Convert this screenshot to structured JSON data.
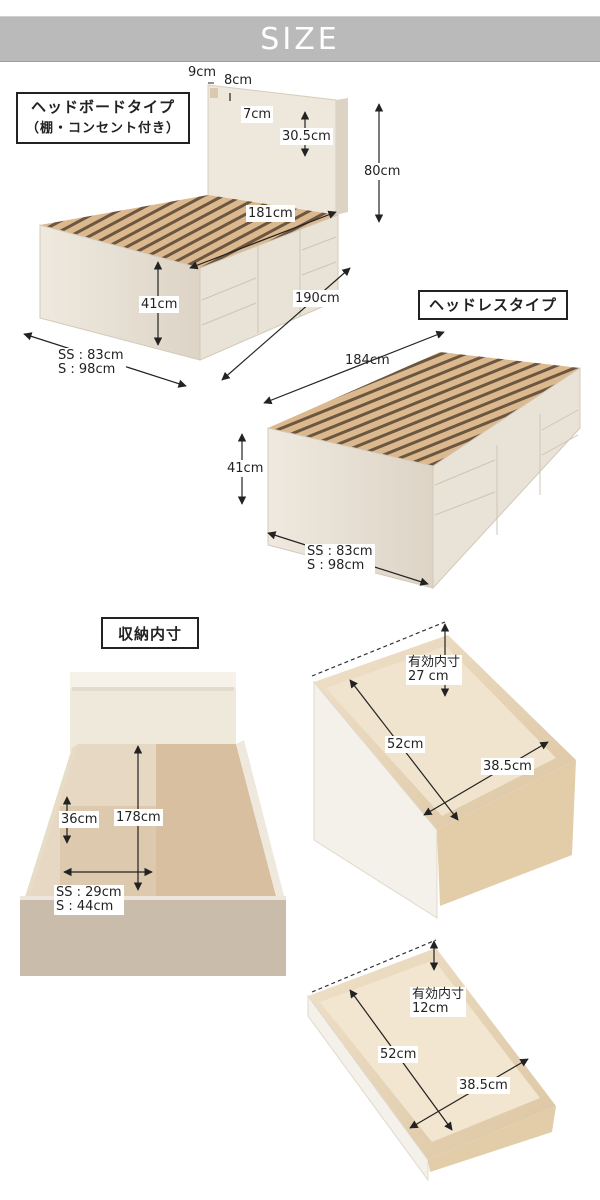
{
  "header": {
    "title": "SIZE",
    "bar_color": "#bababa",
    "text_color": "#ffffff"
  },
  "headboard_type": {
    "label_line1": "ヘッドボードタイプ",
    "label_line2": "（棚・コンセント付き）",
    "dims": {
      "shelf_depth": "9cm",
      "shelf_thickness": "8cm",
      "shelf_height": "7cm",
      "headboard_above_frame": "30.5cm",
      "total_height": "80cm",
      "inner_length": "181cm",
      "total_length": "190cm",
      "frame_height": "41cm",
      "width_ss": "SS : 83cm",
      "width_s": "S   : 98cm"
    }
  },
  "headless_type": {
    "label": "ヘッドレスタイプ",
    "dims": {
      "length": "184cm",
      "frame_height": "41cm",
      "width_ss": "SS : 83cm",
      "width_s": "S   : 98cm"
    }
  },
  "storage_section": {
    "label": "収納内寸",
    "underbed": {
      "depth": "36cm",
      "length": "178cm",
      "width_ss": "SS : 29cm",
      "width_s": "S   : 44cm"
    },
    "deep_drawer": {
      "effective_label": "有効内寸",
      "effective_height": "27 cm",
      "length": "52cm",
      "width": "38.5cm"
    },
    "shallow_drawer": {
      "effective_label": "有効内寸",
      "effective_height": "12cm",
      "length": "52cm",
      "width": "38.5cm"
    }
  },
  "colors": {
    "frame_white": "#ece6dc",
    "slat_wood": "#d9b48a",
    "drawer_wood": "#e8d6ba",
    "underbed_board": "#d8bfa0",
    "arrow": "#222222"
  }
}
